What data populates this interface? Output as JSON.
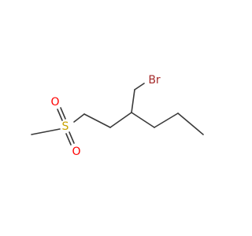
{
  "atoms": {
    "sulfur": "S",
    "oxygen_top": "O",
    "oxygen_bottom": "O",
    "bromine": "Br"
  },
  "colors": {
    "bond": "#3a3a3a",
    "sulfur": "#c8a200",
    "oxygen": "#ff0000",
    "bromine": "#a52a2a"
  }
}
